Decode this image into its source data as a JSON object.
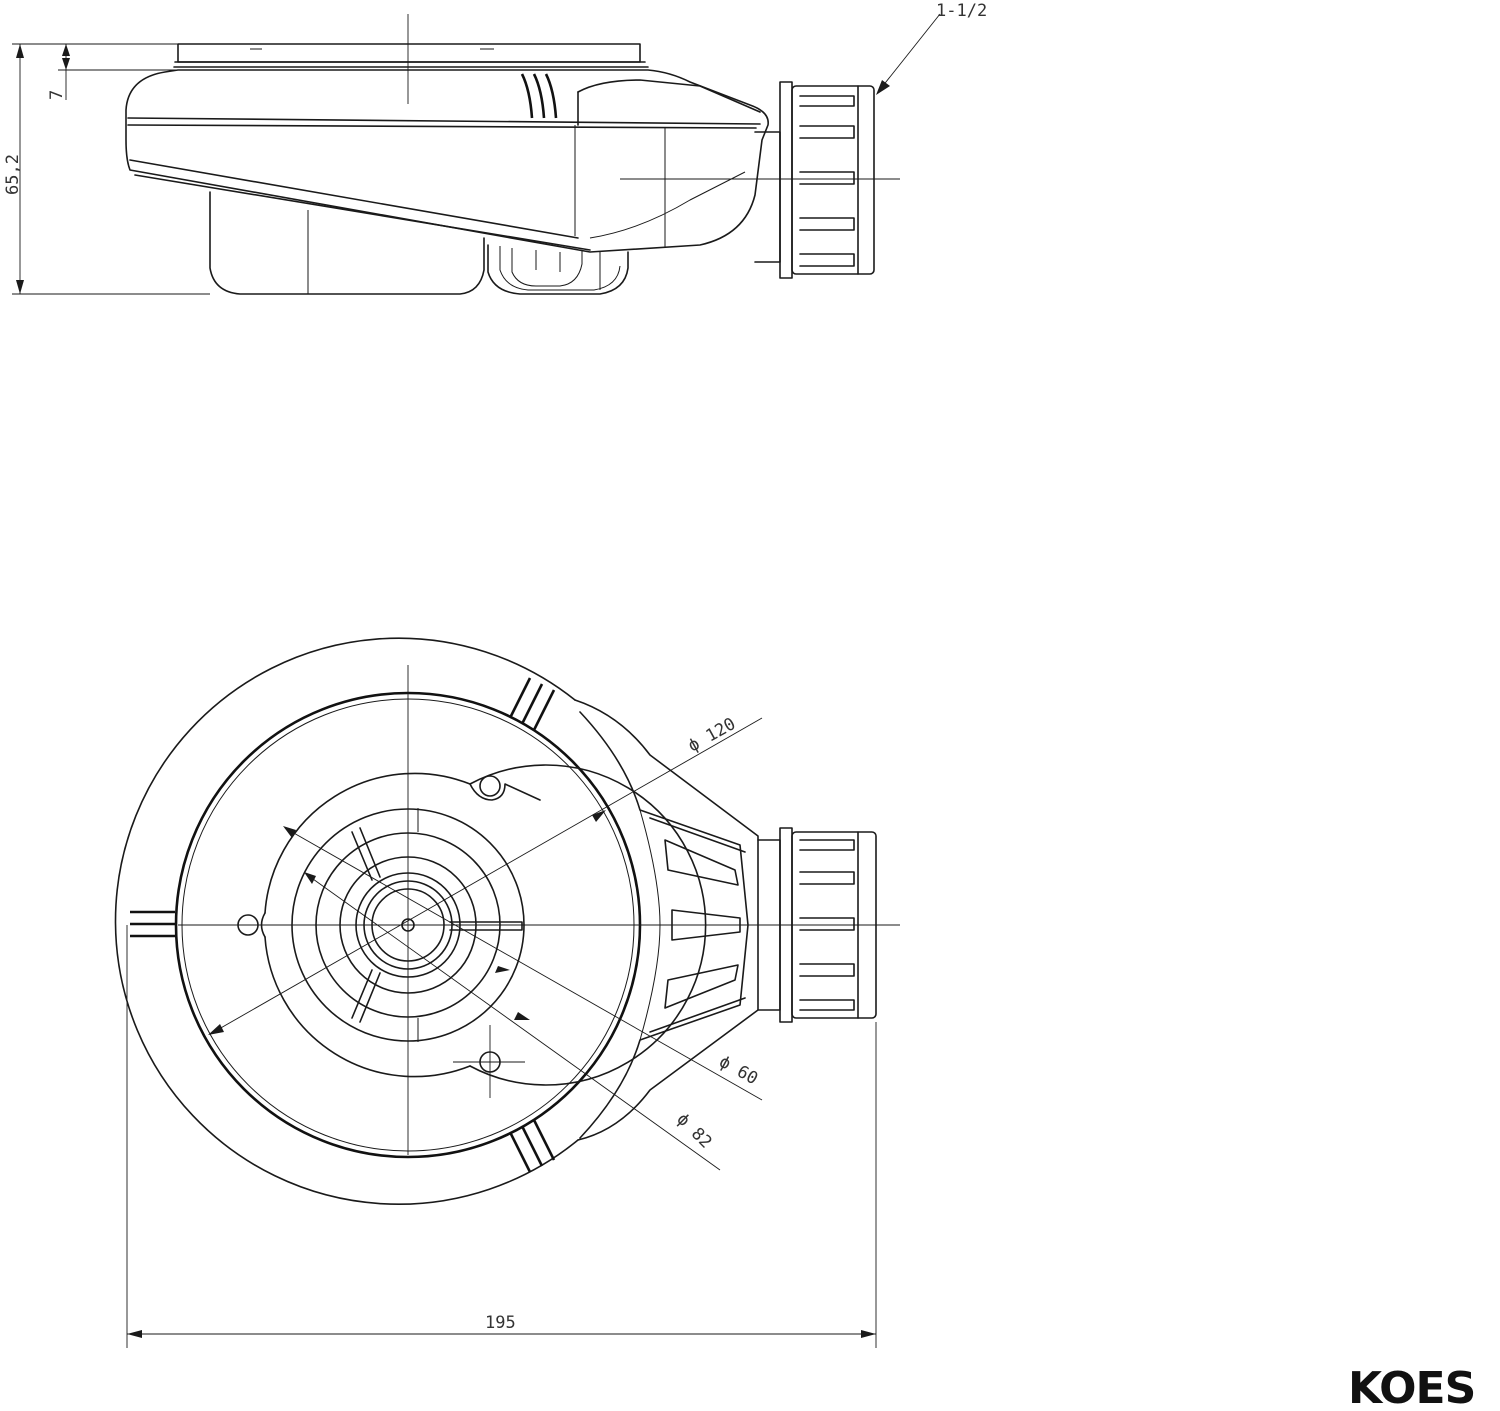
{
  "dimensions": {
    "thread_size": "1-1/2",
    "top_offset": "7",
    "total_height": "65,2",
    "outer_diameter": "ϕ 120",
    "outlet_diameter_small": "ϕ 60",
    "outlet_diameter_large": "ϕ 82",
    "overall_width": "195"
  },
  "brand": {
    "name": "KOES"
  },
  "colors": {
    "line": "#1a1a1a",
    "background": "#ffffff"
  }
}
